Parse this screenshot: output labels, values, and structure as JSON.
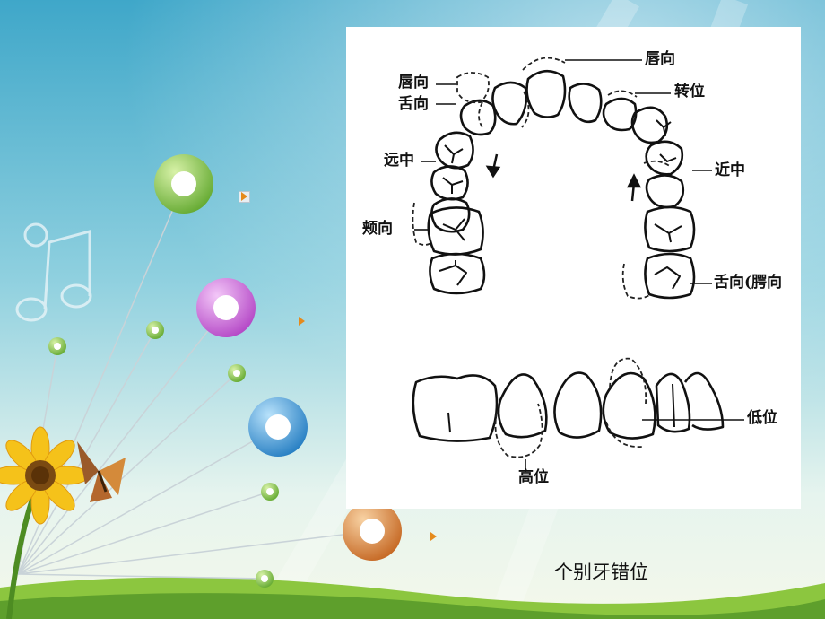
{
  "diagram": {
    "labels": {
      "lip_top": "唇向",
      "lip_left": "唇向",
      "tongue_left": "舌向",
      "rotation": "转位",
      "distal": "远中",
      "mesial": "近中",
      "buccal": "颊向",
      "lingual_palatal": "舌向(腭向",
      "low_position": "低位",
      "high_position": "高位"
    }
  },
  "caption": "个别牙错位",
  "colors": {
    "sky_top": "#5fb9d6",
    "sky_bottom": "#dff1ee",
    "grass": "#7dbf3a",
    "ring_green": "#7cc242",
    "ring_purple": "#c85bd6",
    "ring_blue": "#2f8fd2",
    "ring_orange": "#d9782a",
    "accent_orange": "#e58a1c"
  },
  "icons": [
    "ring-icon",
    "play-icon",
    "sunflower-icon",
    "butterfly-icon",
    "music-note-icon"
  ]
}
